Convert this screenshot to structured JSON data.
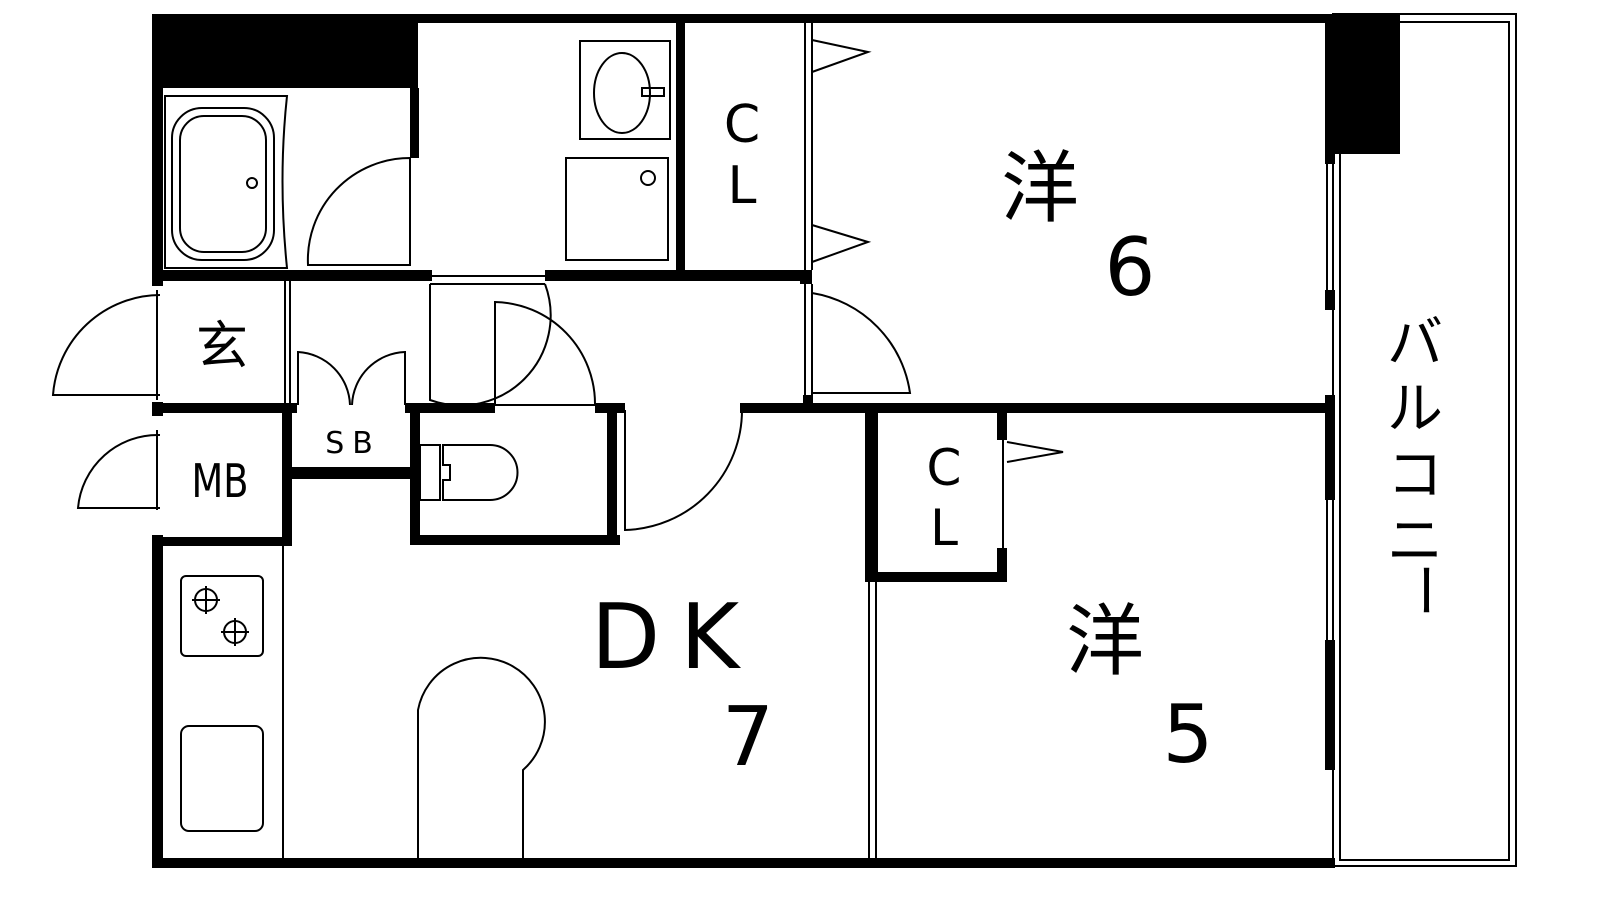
{
  "rooms": {
    "western6": {
      "kanji": "洋",
      "size": "6"
    },
    "western5": {
      "kanji": "洋",
      "size": "5"
    },
    "dk": {
      "name": "DK",
      "size": "7"
    },
    "closet1": {
      "c": "C",
      "l": "L"
    },
    "closet2": {
      "c": "C",
      "l": "L"
    },
    "entrance": "玄",
    "meter_box": "MB",
    "shoe_box": "SB",
    "balcony": [
      "バ",
      "ル",
      "コ",
      "ニ",
      "ー"
    ]
  }
}
